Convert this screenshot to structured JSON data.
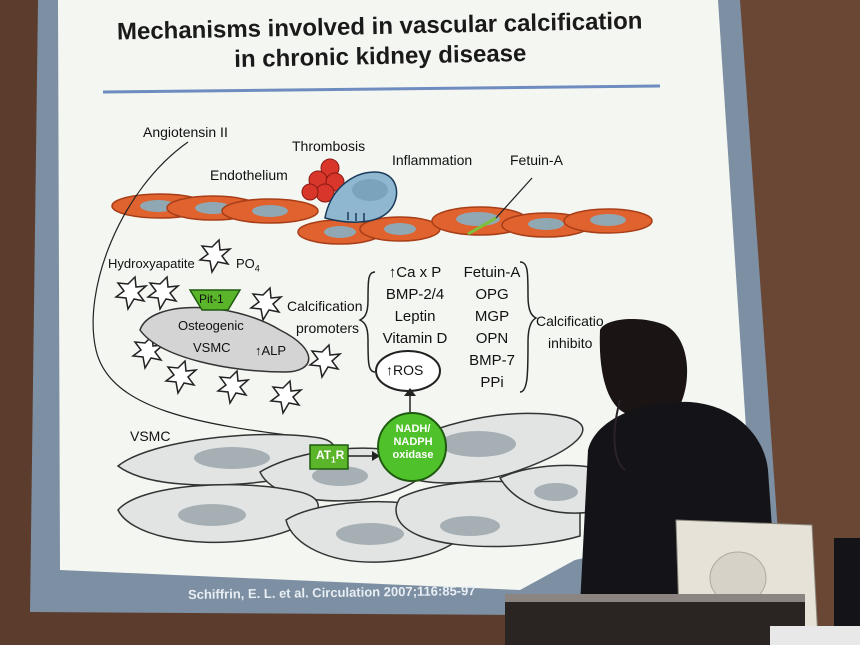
{
  "slide": {
    "title_line1": "Mechanisms involved in vascular calcification",
    "title_line2": "in chronic kidney disease",
    "labels": {
      "angiotensin": "Angiotensin II",
      "thrombosis": "Thrombosis",
      "endothelium": "Endothelium",
      "inflammation": "Inflammation",
      "fetuin_top": "Fetuin-A",
      "hydroxyapatite": "Hydroxyapatite",
      "po4": "PO",
      "po4_sub": "4",
      "pit1": "Pit-1",
      "osteogenic": "Osteogenic",
      "vsmc_cell": "VSMC",
      "alp": "ALP",
      "vsmc_layer": "VSMC",
      "at1r": "AT",
      "at1r_sub": "1",
      "at1r_end": "R",
      "nadh": "NADH/",
      "nadph": "NADPH",
      "oxidase": "oxidase",
      "ros": "ROS",
      "calc_promoters_1": "Calcification",
      "calc_promoters_2": "promoters",
      "calc_inhibitors_1": "Calcificatio",
      "calc_inhibitors_2": "inhibito"
    },
    "promoters": [
      "Ca x P",
      "BMP-2/4",
      "Leptin",
      "Vitamin D"
    ],
    "inhibitors": [
      "Fetuin-A",
      "OPG",
      "MGP",
      "OPN",
      "BMP-7",
      "PPi"
    ],
    "citation": "Schiffrin, E. L. et al. Circulation 2007;116:85-97"
  },
  "colors": {
    "wall": "#5a3a2a",
    "screen_frame": "#7d8ea0",
    "slide_bg": "#f4f6f2",
    "endothelial_cell": "#e0622e",
    "nucleus": "#8fa8b4",
    "rbc": "#d8362a",
    "pit1": "#5ab52a",
    "nadph": "#4fc12a",
    "vsmc_body": "#d8d8d8",
    "title_rule": "#6f8cc0"
  }
}
